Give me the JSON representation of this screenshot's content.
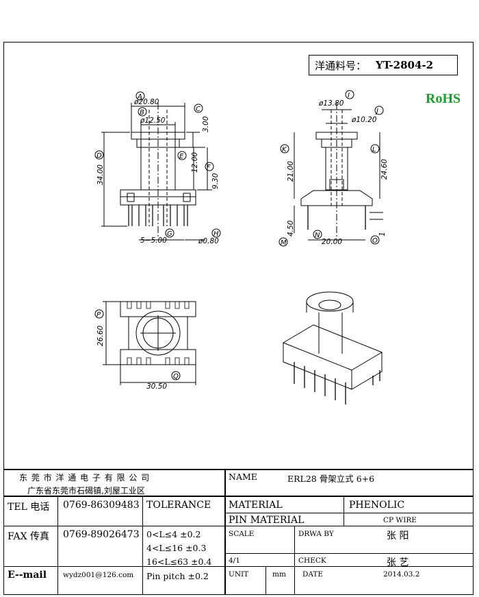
{
  "part": {
    "label": "洋通料号：",
    "value": "YT-2804-2"
  },
  "rohs": "RoHS",
  "dims": {
    "A": "A",
    "B": "B",
    "C": "C",
    "D": "D",
    "E": "E",
    "F": "F",
    "G": "G",
    "H": "H",
    "I": "I",
    "J": "J",
    "K": "K",
    "L": "L",
    "M": "M",
    "N": "N",
    "O": "O",
    "P": "P",
    "Q": "Q",
    "a_val": "ø20.80",
    "b_val": "ø12.50",
    "c_val": "3.00",
    "d_val": "34.00",
    "e_val": "12.00",
    "f_val": "9.30",
    "g_val": "5−5.00",
    "h_val": "ø0.80",
    "i_val": "ø13.80",
    "j_val": "ø10.20",
    "k_val": "21.00",
    "l_val": "24.60",
    "m_val": "4.50",
    "n_val": "20.00",
    "o_val": "1",
    "p_val": "26.60",
    "q_val": "30.50"
  },
  "title_block": {
    "company": "东 莞 市 洋 通 电 子 有 限 公 司",
    "address": "广东省东莞市石碣镇,刘屋工业区",
    "name_label": "NAME",
    "name_value": "ERL28 骨架立式 6+6",
    "tel_label": "TEL 电话",
    "tel_value": "0769-86309483",
    "fax_label": "FAX 传真",
    "fax_value": "0769-89026473",
    "email_label": "E--mail",
    "email_value": "wydz001@126.com",
    "tolerance_label": "TOLERANCE",
    "tol1": "0<L≤4   ±0.2",
    "tol2": "4<L≤16  ±0.3",
    "tol3": "16<L≤63 ±0.4",
    "tol4": "Pin pitch ±0.2",
    "material_label": "MATERIAL",
    "material_value": "PHENOLIC",
    "pin_material_label": "PIN MATERIAL",
    "pin_material_value": "CP WIRE",
    "scale_label": "SCALE",
    "scale_value": "4/1",
    "drawby_label": "DRWA BY",
    "drawby_value": "张 阳",
    "check_label": "CHECK",
    "check_value": "张 艺",
    "unit_label": "UNIT",
    "unit_value": "mm",
    "date_label": "DATE",
    "date_value": "2014.03.2"
  }
}
